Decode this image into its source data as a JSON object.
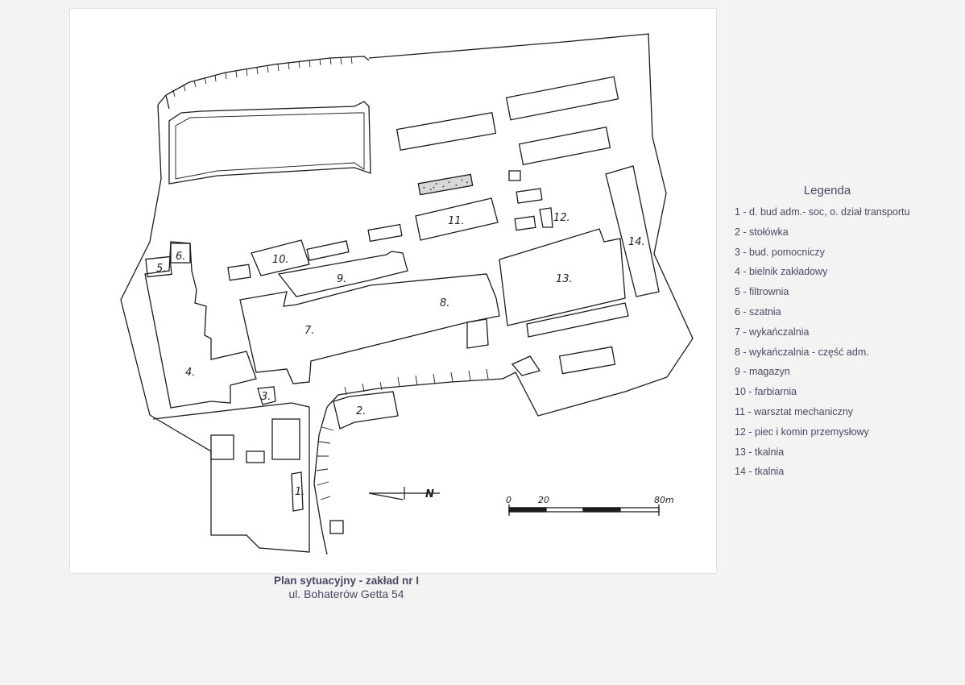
{
  "caption": {
    "line1": "Plan sytuacyjny - zakład nr I",
    "line2": "ul. Bohaterów Getta 54"
  },
  "legend": {
    "title": "Legenda",
    "items": [
      "1 - d. bud adm.- soc, o. dział transportu",
      "2 - stołówka",
      "3 - bud. pomocniczy",
      "4 - bielnik zakładowy",
      "5 - filtrownia",
      "6 - szatnia",
      "7 - wykańczalnia",
      "8 - wykańczalnia - część adm.",
      "9 - magazyn",
      "10 - farbiarnia",
      "11 - warsztat mechaniczny",
      "12 - piec i komin przemysłowy",
      "13 - tkalnia",
      "14 - tkalnia"
    ]
  },
  "map": {
    "building_labels": [
      "1.",
      "2.",
      "3.",
      "4.",
      "5.",
      "6.",
      "7.",
      "8.",
      "9.",
      "10.",
      "11.",
      "12.",
      "13.",
      "14."
    ],
    "scale": {
      "labels": [
        "0",
        "20",
        "80m"
      ]
    },
    "north_label": "N"
  },
  "colors": {
    "ink": "#1c1c1c",
    "legend_text": "#4a4a62",
    "paper": "#ffffff"
  }
}
